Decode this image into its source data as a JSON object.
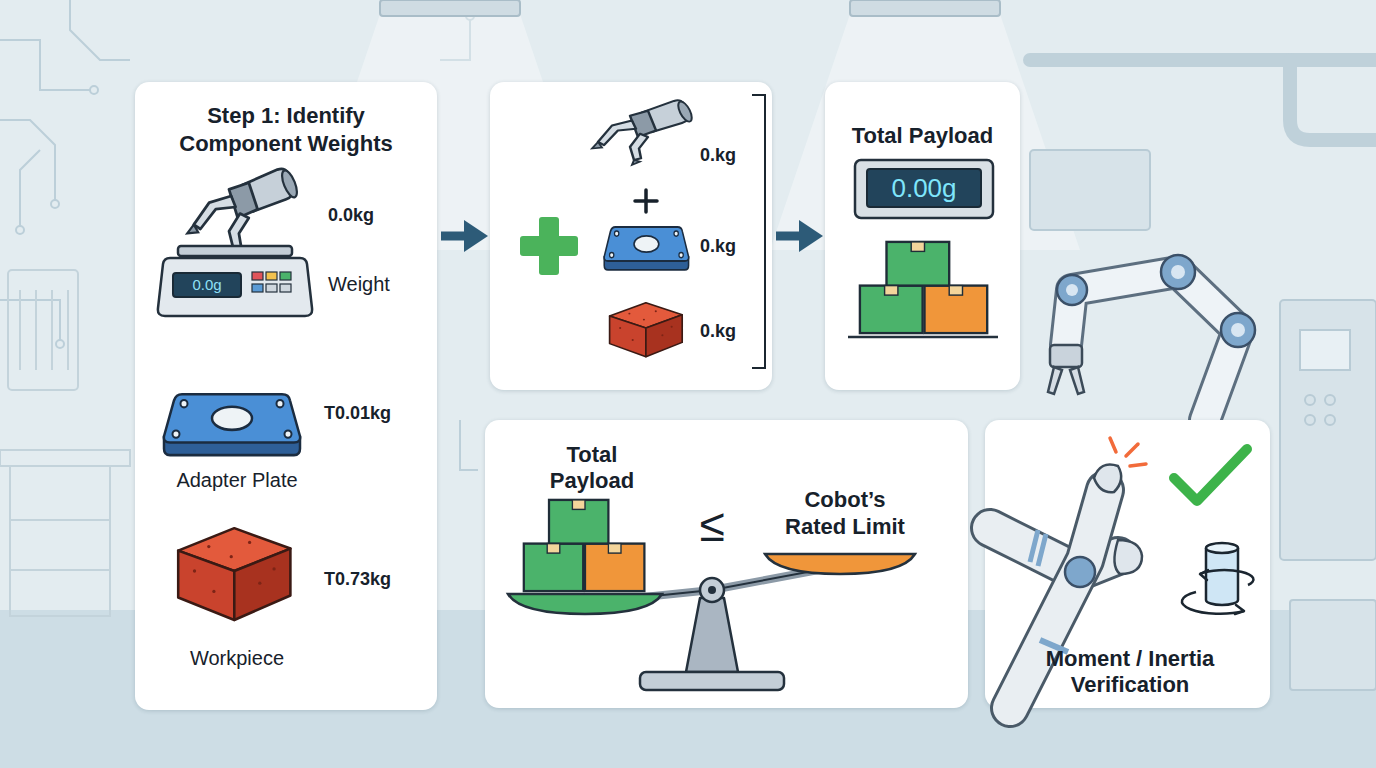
{
  "diagram": {
    "nodes": [
      {
        "text": [
          "Step 1: Identify Component Weights",
          "0.0kg",
          "Weight",
          "T0.01kg",
          "Adapter Plate",
          "T0.73kg",
          "Workpiece"
        ]
      },
      {
        "text": [
          "0.0g"
        ],
        "in": 0
      },
      {
        "text": [
          "0.kg",
          "0.kg",
          "0.kg"
        ]
      },
      {
        "text": [
          "Total Payload"
        ]
      },
      {
        "text": [
          "0.00g"
        ],
        "in": 3
      },
      {
        "text": [
          "Total Payload",
          "≤",
          "Cobot’s Rated Limit"
        ]
      },
      {
        "text": [
          "Moment / Inertia Verification"
        ]
      }
    ],
    "edges": [
      {
        "from": 0,
        "to": 2,
        "arrow": "to"
      },
      {
        "from": 2,
        "to": 3,
        "arrow": "to"
      }
    ]
  }
}
